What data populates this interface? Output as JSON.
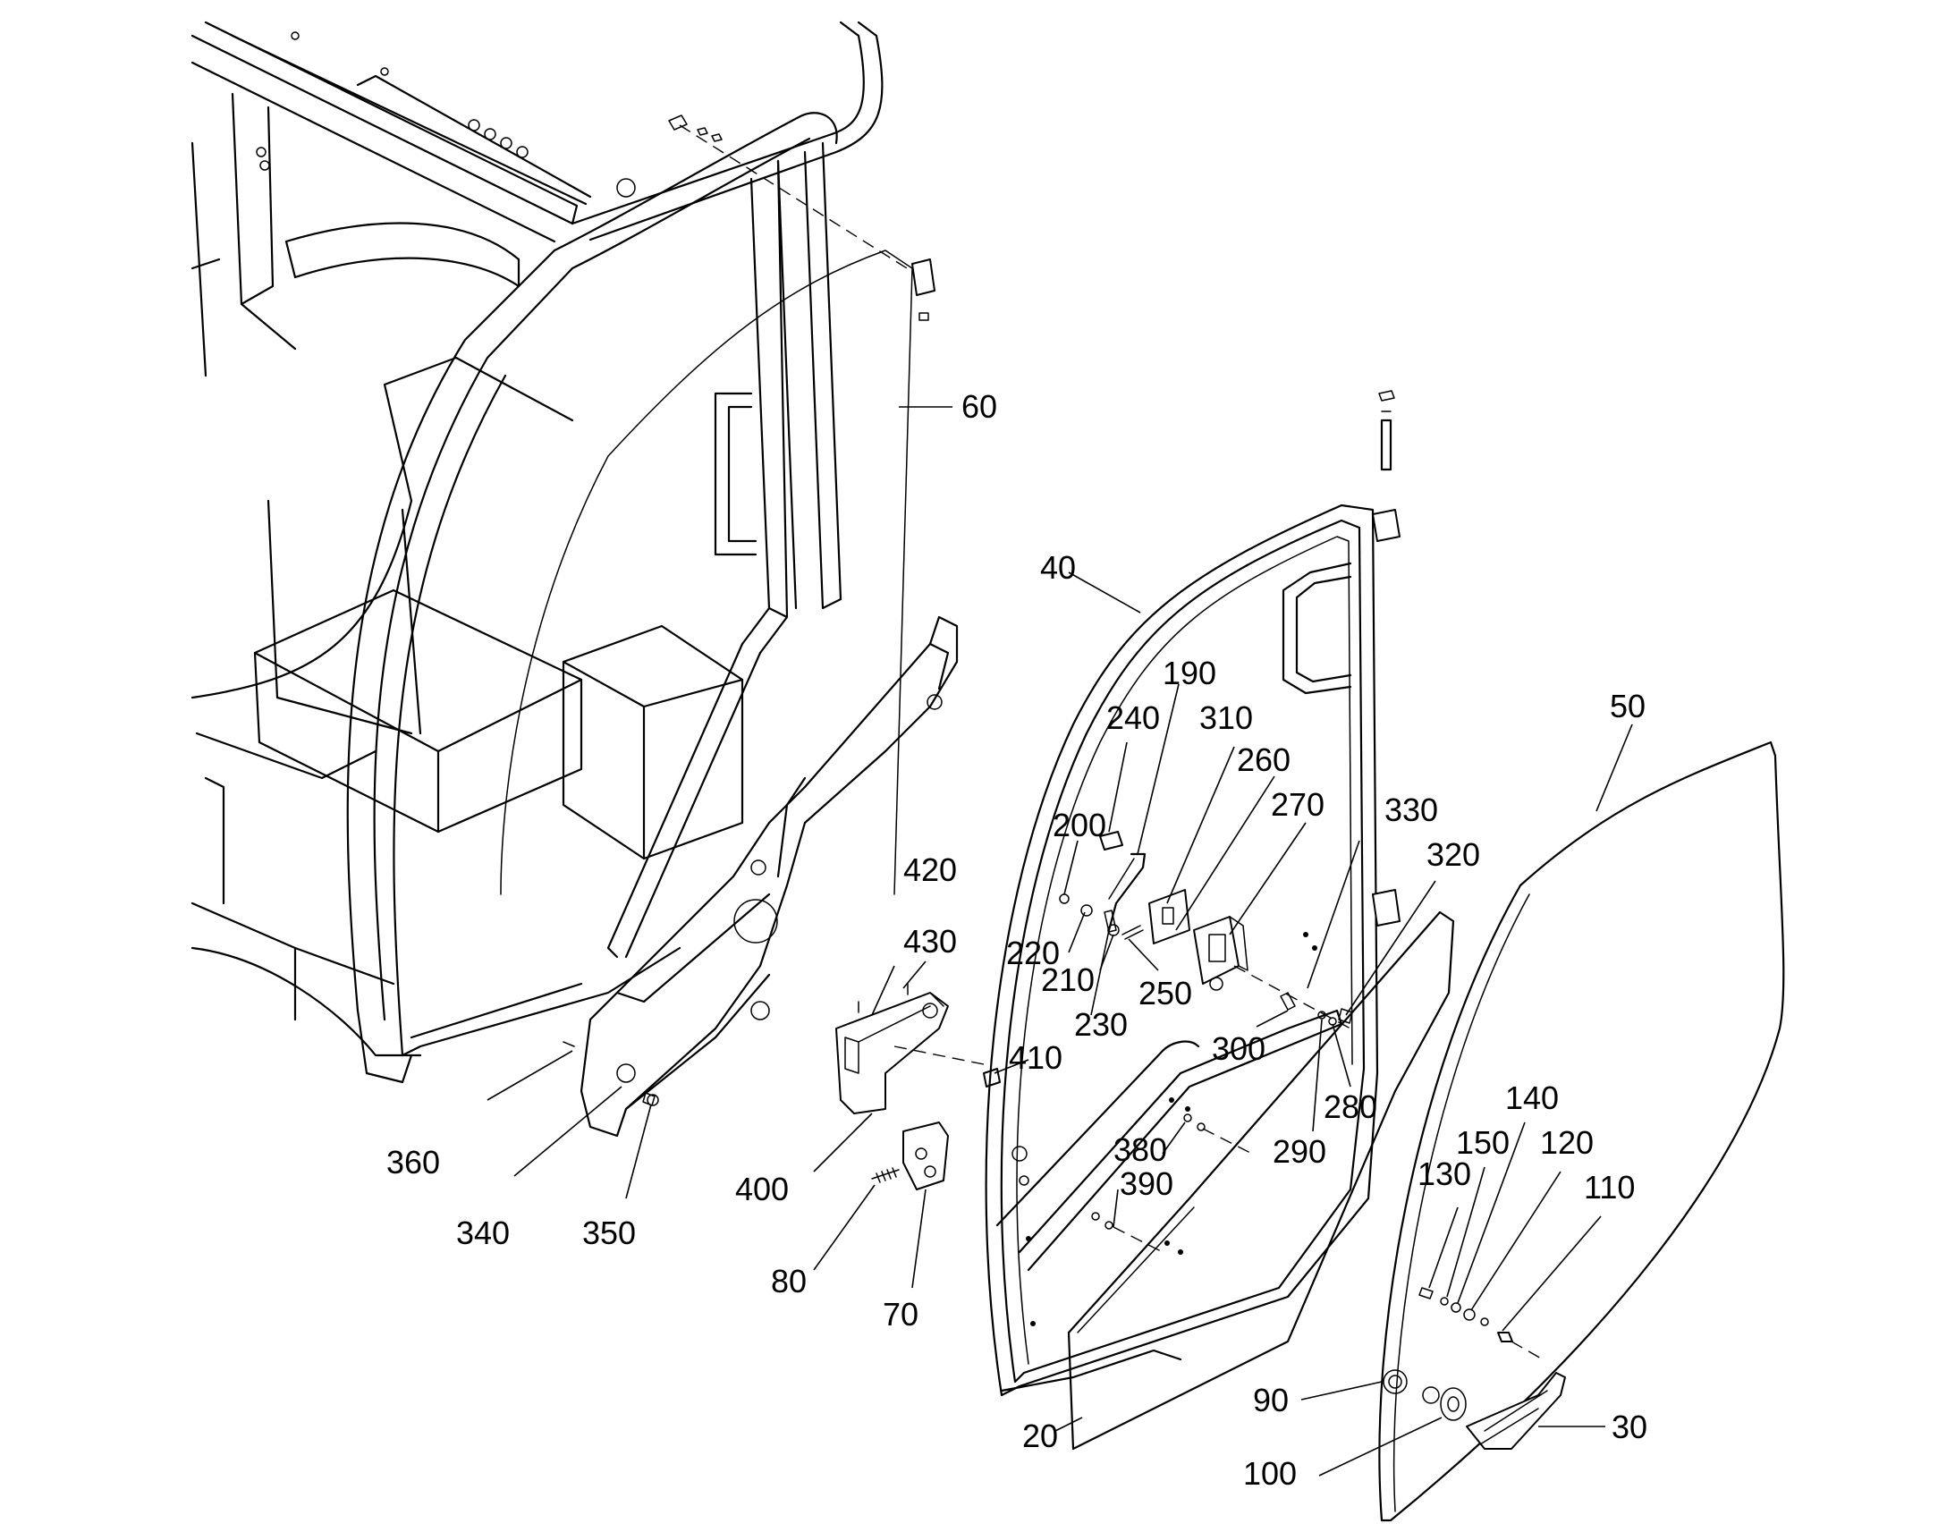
{
  "diagram": {
    "type": "exploded-parts-drawing",
    "callouts": {
      "c20": "20",
      "c30": "30",
      "c40": "40",
      "c50": "50",
      "c60": "60",
      "c70": "70",
      "c80": "80",
      "c90": "90",
      "c100": "100",
      "c110": "110",
      "c120": "120",
      "c130": "130",
      "c140": "140",
      "c150": "150",
      "c190": "190",
      "c200": "200",
      "c210": "210",
      "c220": "220",
      "c230": "230",
      "c240": "240",
      "c250": "250",
      "c260": "260",
      "c270": "270",
      "c280": "280",
      "c290": "290",
      "c300": "300",
      "c310": "310",
      "c320": "320",
      "c330": "330",
      "c340": "340",
      "c350": "350",
      "c360": "360",
      "c380": "380",
      "c390": "390",
      "c400": "400",
      "c410": "410",
      "c420": "420",
      "c430": "430"
    }
  }
}
